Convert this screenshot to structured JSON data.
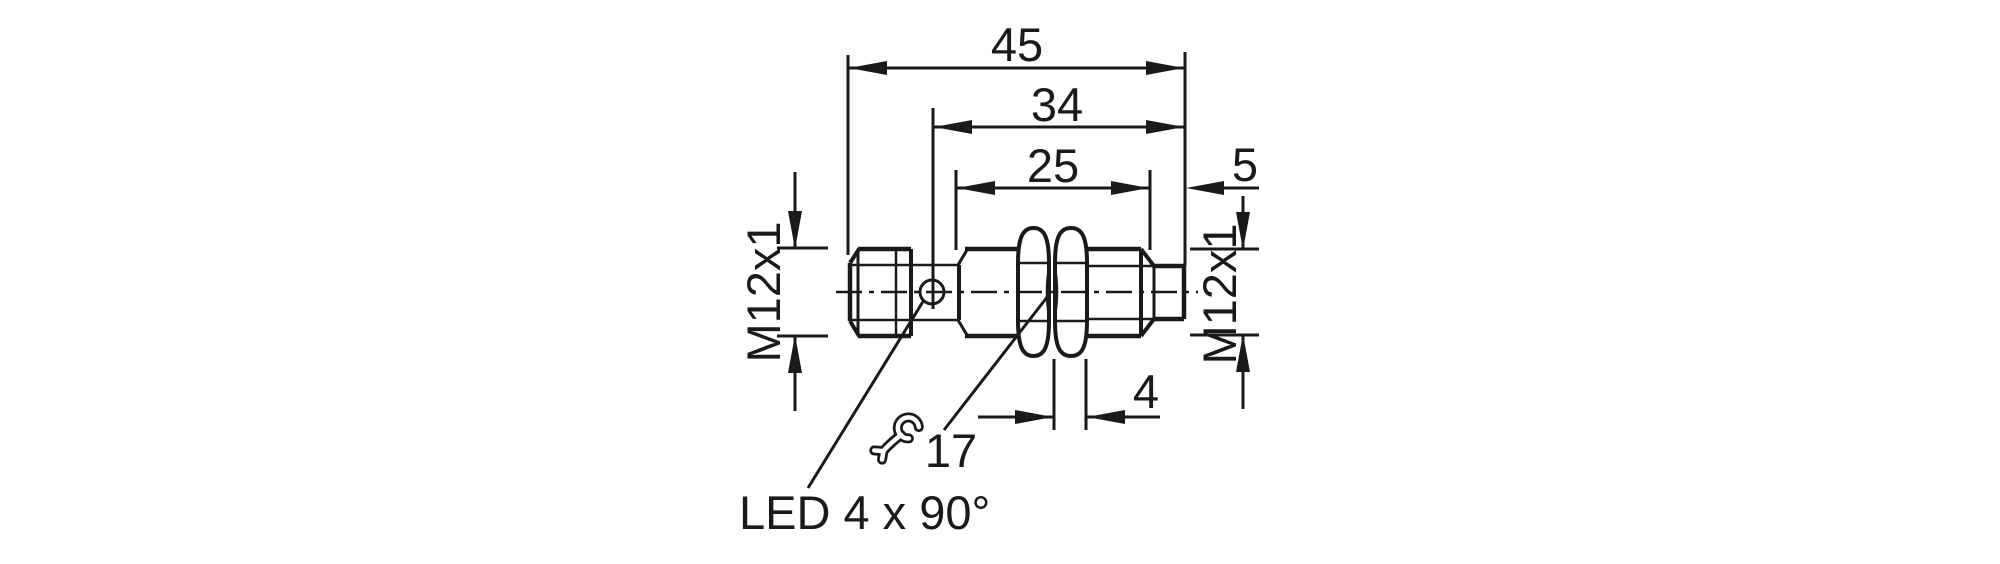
{
  "drawing": {
    "type": "sensor-dimensional-drawing",
    "labels": {
      "dim_45": "45",
      "dim_34": "34",
      "dim_25": "25",
      "dim_5": "5",
      "dim_4": "4",
      "wrench_size": "17",
      "thread_left": "M12x1",
      "thread_right": "M12x1",
      "led_note": "LED 4 x 90°"
    },
    "icons": {
      "wrench": "wrench-icon"
    },
    "colors": {
      "line": "#1a1a1a",
      "background": "#ffffff"
    }
  }
}
